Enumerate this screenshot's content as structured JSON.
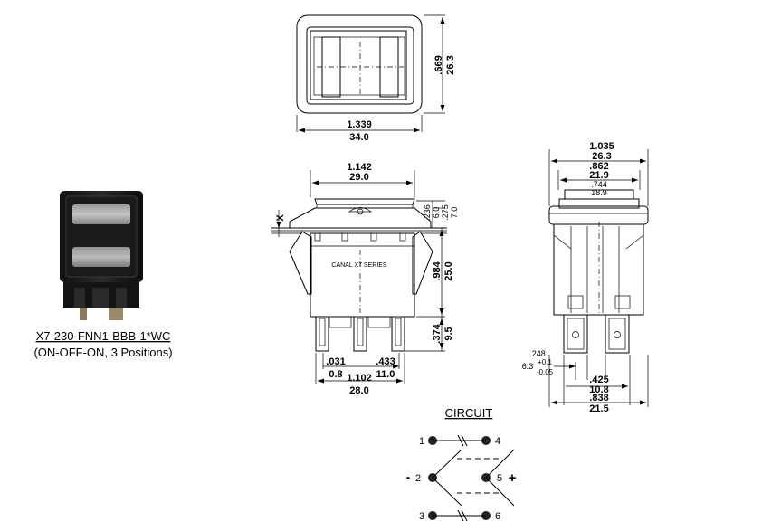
{
  "product": {
    "part_number": "X7-230-FNN1-BBB-1*WC",
    "description": "(ON-OFF-ON, 3 Positions)"
  },
  "top_view": {
    "width_in": "1.339",
    "width_mm": "34.0",
    "height_in": ".669",
    "height_mm": "26.3"
  },
  "front_view": {
    "series_label": "CANAL X7 SERIES",
    "x_marker": "X",
    "width_in": "1.142",
    "width_mm": "29.0",
    "bezel_in": ".236",
    "bezel_mm": "6.0",
    "rocker_in": ".275",
    "rocker_mm": "7.0",
    "body_in": ".984",
    "body_mm": "25.0",
    "terminal_in": ".374",
    "terminal_mm": "9.5",
    "term_thick_in": ".031",
    "term_thick_mm": "0.8",
    "term_pitch_in": ".433",
    "term_pitch_mm": "11.0",
    "overall_in": "1.102",
    "overall_mm": "28.0"
  },
  "side_view": {
    "width_in": "1.035",
    "width_mm": "26.3",
    "inner_in": ".862",
    "inner_mm": "21.9",
    "rocker_in": ".744",
    "rocker_mm": "18.9",
    "tab_in": ".248",
    "tab_mm": "6.3",
    "tol_plus": "+0.1",
    "tol_minus": "-0.05",
    "pitch_in": ".425",
    "pitch_mm": "10.8",
    "base_in": ".838",
    "base_mm": "21.5"
  },
  "circuit": {
    "title": "CIRCUIT",
    "pins": [
      "1",
      "2",
      "3",
      "4",
      "5",
      "6"
    ],
    "minus": "-",
    "plus": "+"
  }
}
